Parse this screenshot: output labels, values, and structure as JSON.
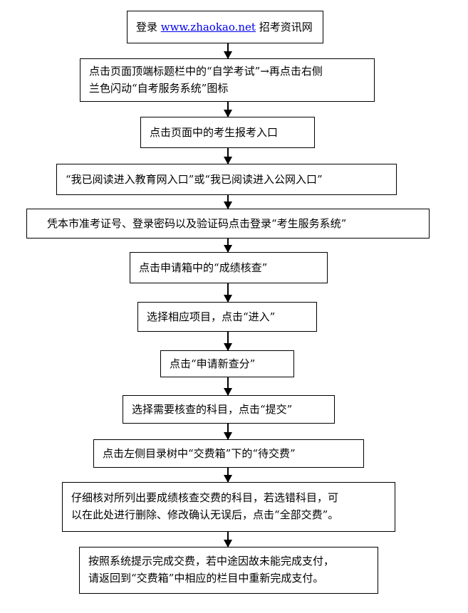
{
  "steps": [
    {
      "prefix": "登录 ",
      "link": "www.zhaokao.net",
      "suffix": " 招考资讯网"
    },
    {
      "line1": "点击页面顶端标题栏中的“自学考试”→再点击右侧",
      "line2": "兰色闪动“自考服务系统”图标"
    },
    {
      "text": "点击页面中的考生报考入口"
    },
    {
      "text": "“我已阅读进入教育网入口”或“我已阅读进入公网入口”"
    },
    {
      "text": "凭本市准考证号、登录密码以及验证码点击登录“考生服务系统”"
    },
    {
      "text": "点击申请箱中的“成绩核查”"
    },
    {
      "text": "选择相应项目，点击“进入”"
    },
    {
      "text": "点击“申请新查分”"
    },
    {
      "text": "选择需要核查的科目，点击“提交”"
    },
    {
      "text": "点击左侧目录树中“交费箱”下的“待交费”"
    },
    {
      "line1": "仔细核对所列出要成绩核查交费的科目，若选错科目，可",
      "line2": "以在此处进行删除、修改确认无误后，点击“全部交费”。"
    },
    {
      "line1": "按照系统提示完成交费，若中途因故未能完成支付，",
      "line2": "请返回到“交费箱”中相应的栏目中重新完成支付。"
    }
  ]
}
